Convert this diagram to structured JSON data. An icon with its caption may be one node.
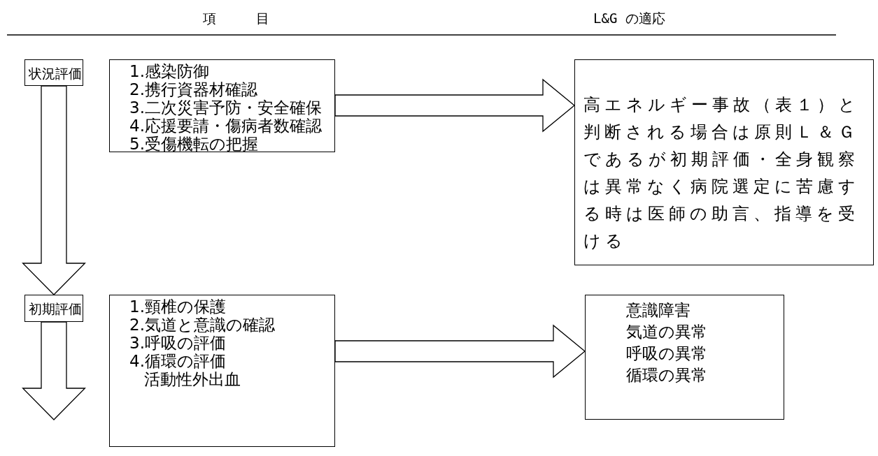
{
  "diagram": {
    "nodes": [
      {
        "text": [
          "状況評価"
        ]
      },
      {
        "text": [
          "1.感染防御",
          "2.携行資器材確認",
          "3.二次災害予防・安全確保",
          "4.応援要請・傷病者数確認",
          "5.受傷機転の把握"
        ]
      },
      {
        "text": [
          "高エネルギー事故（表１）と判断される場合は原則Ｌ＆Ｇであるが初期評価・全身観察は異常なく病院選定に苦慮する時は医師の助言、指導を受ける"
        ]
      },
      {
        "text": [
          "初期評価"
        ]
      },
      {
        "text": [
          "1.頸椎の保護",
          "2.気道と意識の確認",
          "3.呼吸の評価",
          "4.循環の評価",
          "活動性外出血"
        ]
      },
      {
        "text": [
          "意識障害",
          "気道の異常",
          "呼吸の異常",
          "循環の異常"
        ]
      }
    ],
    "edges": [
      {
        "from": 1,
        "to": 2,
        "arrow": "to"
      },
      {
        "from": 0,
        "to": 3,
        "arrow": "to"
      },
      {
        "from": 4,
        "to": 5,
        "arrow": "to"
      },
      {
        "from": 3,
        "to": null,
        "arrow": "to"
      }
    ],
    "labels": [
      "項　　　目",
      "L&G の適応"
    ]
  }
}
